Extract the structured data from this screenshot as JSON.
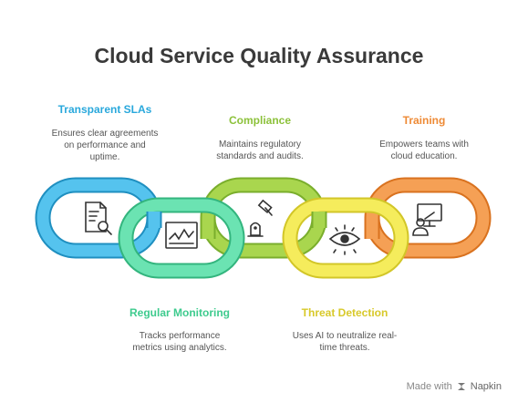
{
  "title": "Cloud Service Quality Assurance",
  "colors": {
    "transparent_slas": "#29a8dc",
    "regular_monitoring": "#4dd6a0",
    "compliance": "#93c83c",
    "threat_detection": "#ece33c",
    "training": "#ee8a35"
  },
  "items": [
    {
      "title": "Transparent SLAs",
      "desc": [
        "Ensures clear agreements",
        "on performance and",
        "uptime."
      ],
      "icon": "document-search-icon"
    },
    {
      "title": "Regular Monitoring",
      "desc": [
        "Tracks performance",
        "metrics using analytics."
      ],
      "icon": "monitor-chart-icon"
    },
    {
      "title": "Compliance",
      "desc": [
        "Maintains regulatory",
        "standards and audits."
      ],
      "icon": "gavel-icon"
    },
    {
      "title": "Threat Detection",
      "desc": [
        "Uses AI to neutralize real-",
        "time threats."
      ],
      "icon": "eye-alert-icon"
    },
    {
      "title": "Training",
      "desc": [
        "Empowers teams with",
        "cloud education."
      ],
      "icon": "teacher-board-icon"
    }
  ],
  "footer": {
    "made_with": "Made with",
    "brand": "Napkin"
  }
}
